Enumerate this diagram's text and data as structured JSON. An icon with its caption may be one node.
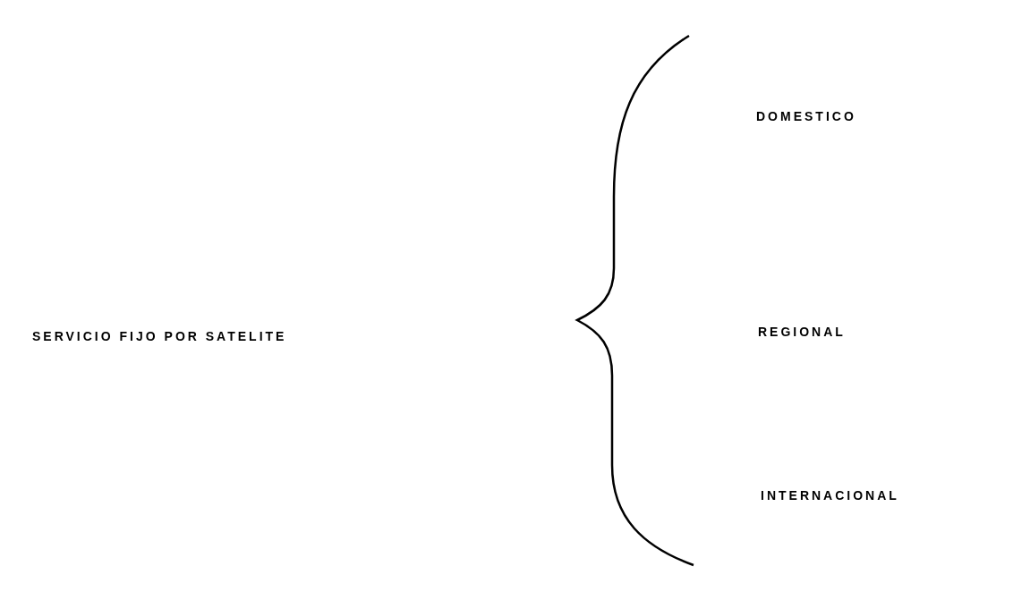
{
  "diagram": {
    "labels": [
      "SERVICIO FIJO POR SATELITE",
      "DOMESTICO",
      "REGIONAL",
      "INTERNACIONAL"
    ]
  }
}
